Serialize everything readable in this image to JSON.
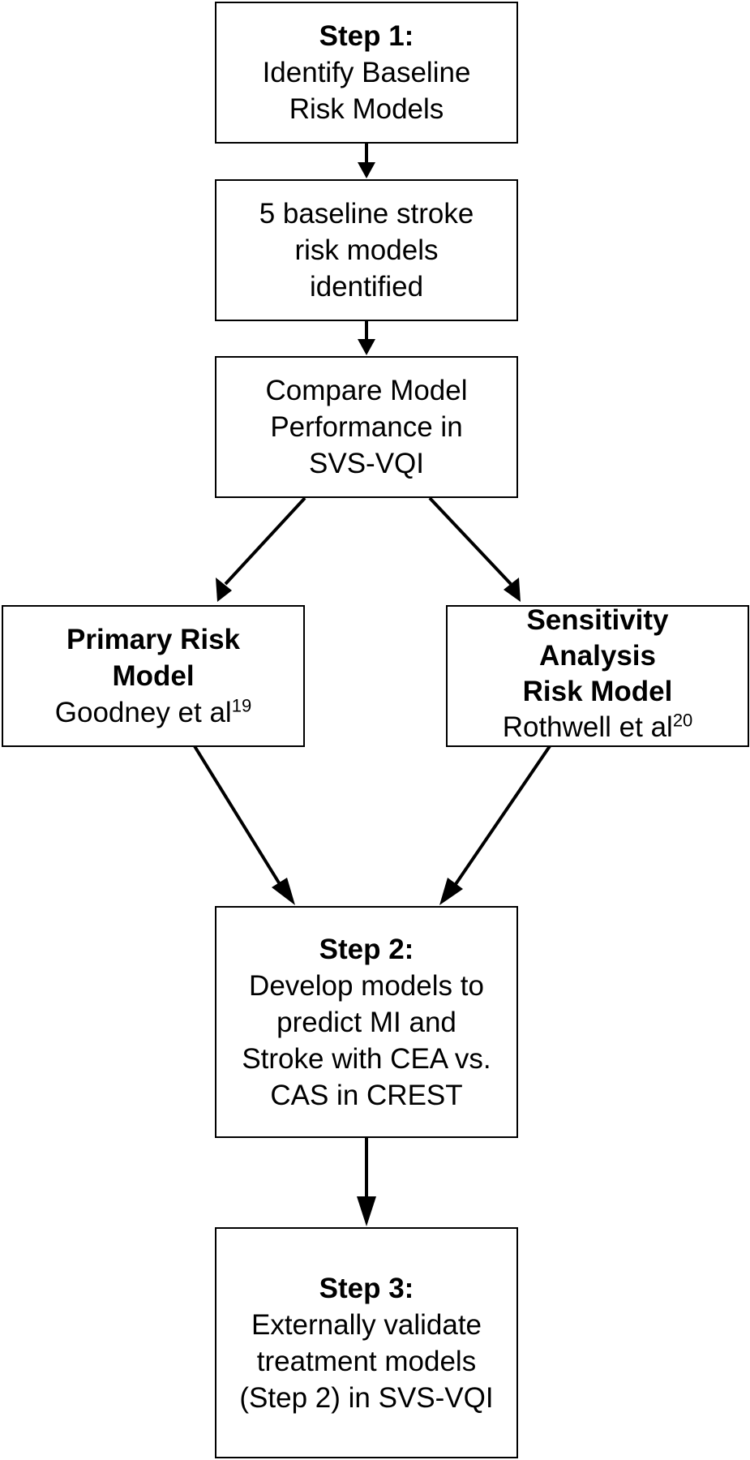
{
  "boxes": {
    "step1": {
      "heading": "Step 1:",
      "lines": [
        "Identify Baseline",
        "Risk Models"
      ]
    },
    "baseline": {
      "lines": [
        "5 baseline stroke",
        "risk models",
        "identified"
      ]
    },
    "compare": {
      "lines": [
        "Compare Model",
        "Performance in",
        "SVS-VQI"
      ]
    },
    "primary": {
      "heading_lines": [
        "Primary Risk",
        "Model"
      ],
      "citation": "Goodney et al",
      "citation_ref": "19"
    },
    "sensitivity": {
      "heading_lines": [
        "Sensitivity",
        "Analysis",
        "Risk Model"
      ],
      "citation": "Rothwell et al",
      "citation_ref": "20"
    },
    "step2": {
      "heading": "Step 2:",
      "lines": [
        "Develop models to",
        "predict MI and",
        "Stroke with CEA vs.",
        "CAS in CREST"
      ]
    },
    "step3": {
      "heading": "Step 3:",
      "lines": [
        "Externally validate",
        "treatment models",
        "(Step 2) in SVS-VQI"
      ]
    }
  }
}
